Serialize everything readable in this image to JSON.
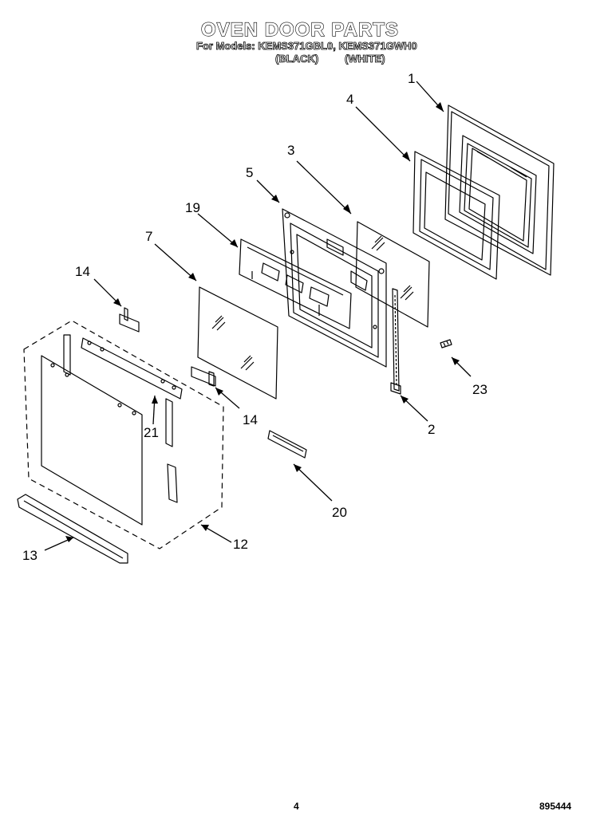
{
  "header": {
    "title": "OVEN DOOR PARTS",
    "models_line": "For Models: KEMS371GBL0, KEMS371GWH0",
    "variant_black": "(BLACK)",
    "variant_white": "(WHITE)"
  },
  "callouts": {
    "c1": "1",
    "c4": "4",
    "c3": "3",
    "c5": "5",
    "c19": "19",
    "c7": "7",
    "c14a": "14",
    "c14b": "14",
    "c21": "21",
    "c23": "23",
    "c2": "2",
    "c20": "20",
    "c12": "12",
    "c13": "13"
  },
  "footer": {
    "page_number": "4",
    "doc_number": "895444"
  }
}
